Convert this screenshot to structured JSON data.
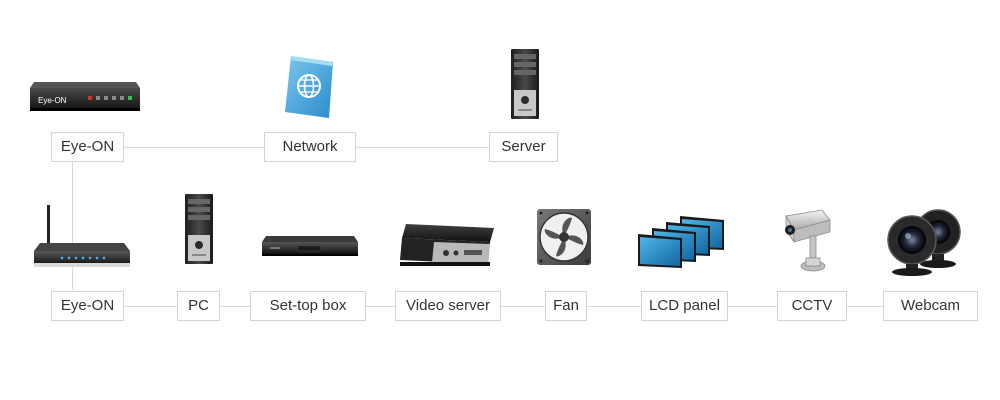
{
  "nodes": {
    "eyeon_top": "Eye-ON",
    "network": "Network",
    "server": "Server",
    "eyeon_bottom": "Eye-ON",
    "pc": "PC",
    "settop": "Set-top box",
    "video_server": "Video server",
    "fan": "Fan",
    "lcd": "LCD panel",
    "cctv": "CCTV",
    "webcam": "Webcam"
  },
  "device_text": {
    "eyeon_logo": "Eye-ON"
  },
  "colors": {
    "connector": "#d8d8d8",
    "label_border": "#d3d3d3",
    "network_blue": "#3d9fd8",
    "lcd_blue": "#2a8fc8"
  }
}
